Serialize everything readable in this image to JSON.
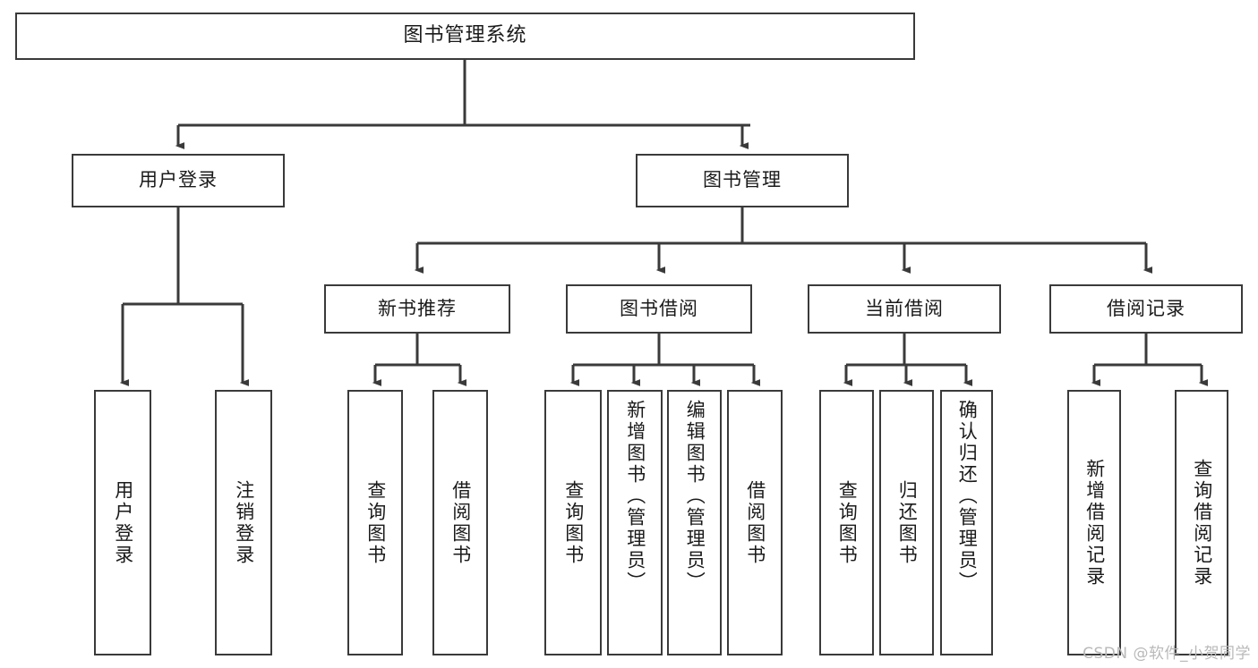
{
  "diagram": {
    "title": "图书管理系统",
    "type": "hierarchy-tree",
    "watermark": "CSDN @软件_小贺同学",
    "nodes": {
      "root": {
        "label": "图书管理系统",
        "level": 1
      },
      "user_login": {
        "label": "用户登录",
        "level": 2
      },
      "book_manage": {
        "label": "图书管理",
        "level": 2
      },
      "new_book_rec": {
        "label": "新书推荐",
        "level": 3
      },
      "book_borrow": {
        "label": "图书借阅",
        "level": 3
      },
      "current_borrow": {
        "label": "当前借阅",
        "level": 3
      },
      "borrow_record": {
        "label": "借阅记录",
        "level": 3
      },
      "leaf_user_login": {
        "label": "用户登录",
        "level": 4
      },
      "leaf_logout": {
        "label": "注销登录",
        "level": 4
      },
      "leaf_query_book_a": {
        "label": "查询图书",
        "level": 4
      },
      "leaf_borrow_book_a": {
        "label": "借阅图书",
        "level": 4
      },
      "leaf_query_book_b": {
        "label": "查询图书",
        "level": 4
      },
      "leaf_add_book": {
        "label": "新增图书（管理员）",
        "level": 4
      },
      "leaf_edit_book": {
        "label": "编辑图书（管理员）",
        "level": 4
      },
      "leaf_borrow_book_b": {
        "label": "借阅图书",
        "level": 4
      },
      "leaf_query_book_c": {
        "label": "查询图书",
        "level": 4
      },
      "leaf_return_book": {
        "label": "归还图书",
        "level": 4
      },
      "leaf_confirm_return": {
        "label": "确认归还（管理员）",
        "level": 4
      },
      "leaf_add_record": {
        "label": "新增借阅记录",
        "level": 4
      },
      "leaf_query_record": {
        "label": "查询借阅记录",
        "level": 4
      }
    },
    "edges": [
      {
        "from": "root",
        "to": "user_login"
      },
      {
        "from": "root",
        "to": "book_manage"
      },
      {
        "from": "book_manage",
        "to": "new_book_rec"
      },
      {
        "from": "book_manage",
        "to": "book_borrow"
      },
      {
        "from": "book_manage",
        "to": "current_borrow"
      },
      {
        "from": "book_manage",
        "to": "borrow_record"
      },
      {
        "from": "user_login",
        "to": "leaf_user_login"
      },
      {
        "from": "user_login",
        "to": "leaf_logout"
      },
      {
        "from": "new_book_rec",
        "to": "leaf_query_book_a"
      },
      {
        "from": "new_book_rec",
        "to": "leaf_borrow_book_a"
      },
      {
        "from": "book_borrow",
        "to": "leaf_query_book_b"
      },
      {
        "from": "book_borrow",
        "to": "leaf_add_book"
      },
      {
        "from": "book_borrow",
        "to": "leaf_edit_book"
      },
      {
        "from": "book_borrow",
        "to": "leaf_borrow_book_b"
      },
      {
        "from": "current_borrow",
        "to": "leaf_query_book_c"
      },
      {
        "from": "current_borrow",
        "to": "leaf_return_book"
      },
      {
        "from": "current_borrow",
        "to": "leaf_confirm_return"
      },
      {
        "from": "borrow_record",
        "to": "leaf_add_record"
      },
      {
        "from": "borrow_record",
        "to": "leaf_query_record"
      }
    ],
    "colors": {
      "stroke": "#3a3a3a",
      "fill": "#ffffff",
      "text": "#1a1a1a",
      "watermark": "#b9b9b9"
    }
  }
}
